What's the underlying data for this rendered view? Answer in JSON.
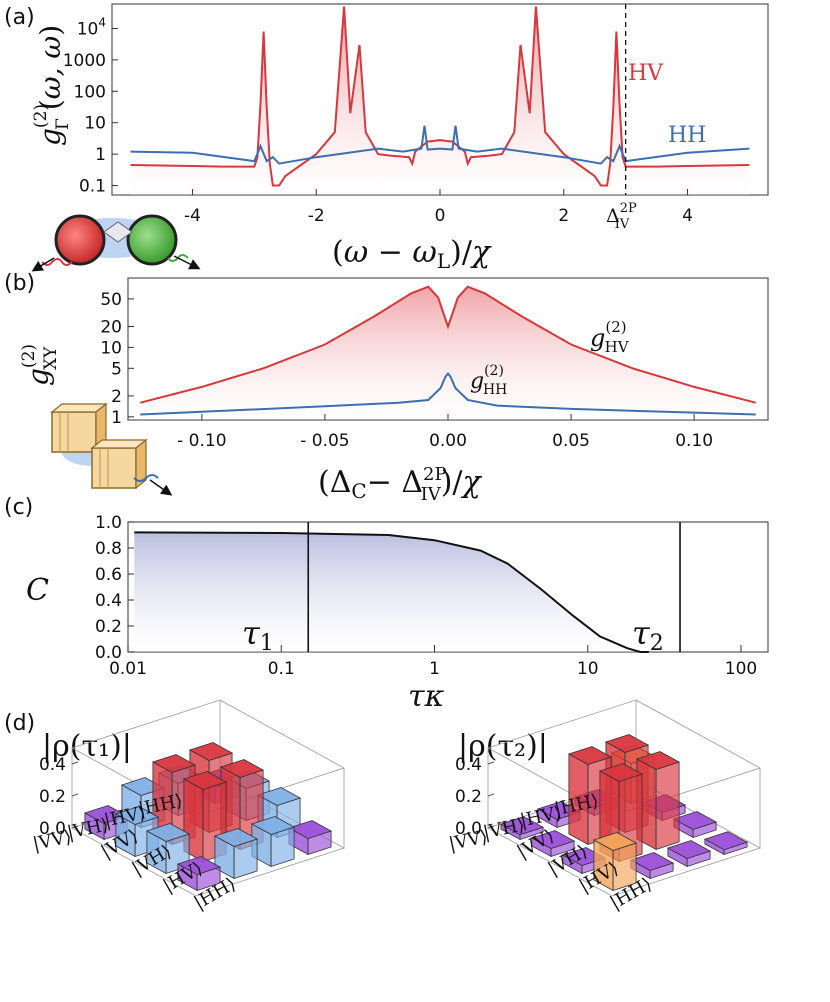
{
  "chart_data": [
    {
      "panel": "(a)",
      "type": "line",
      "ylabel": "g_Γ^(2)(ω, ω)",
      "xlabel": "(ω − ω_L)/χ",
      "yscale": "log",
      "xlim": [
        -5.3,
        5.3
      ],
      "ylim": [
        0.05,
        60000
      ],
      "xticks": [
        "-4",
        "-2",
        "0",
        "2",
        "4"
      ],
      "yticks": [
        "0.1",
        "1",
        "10",
        "100",
        "1000",
        "10^4"
      ],
      "vline_label": "Δ_IV^2P",
      "vline_x": 3.0,
      "series": [
        {
          "name": "HV",
          "color": "#d9363e",
          "x": [
            -5.0,
            -4.0,
            -3.5,
            -3.0,
            -2.95,
            -2.9,
            -2.85,
            -2.8,
            -2.75,
            -2.7,
            -2.6,
            -2.5,
            -2.0,
            -1.7,
            -1.55,
            -1.45,
            -1.3,
            -1.2,
            -1.0,
            -0.8,
            -0.5,
            -0.45,
            -0.4,
            -0.2,
            0.0,
            0.2,
            0.4,
            0.45,
            0.5,
            0.8,
            1.0,
            1.2,
            1.3,
            1.45,
            1.55,
            1.7,
            2.0,
            2.5,
            2.6,
            2.7,
            2.75,
            2.8,
            2.85,
            2.9,
            2.95,
            3.0,
            3.5,
            4.0,
            5.0
          ],
          "values": [
            0.45,
            0.42,
            0.4,
            0.4,
            0.8,
            40,
            8000,
            30,
            0.5,
            0.1,
            0.1,
            0.2,
            1,
            5,
            50000,
            20,
            3000,
            5,
            1,
            0.9,
            0.8,
            0.5,
            1.2,
            2.5,
            2.8,
            2.5,
            1.2,
            0.5,
            0.8,
            0.9,
            1,
            5,
            3000,
            20,
            50000,
            5,
            1,
            0.2,
            0.1,
            0.1,
            0.5,
            30,
            8000,
            40,
            0.8,
            0.4,
            0.4,
            0.42,
            0.45
          ]
        },
        {
          "name": "HH",
          "color": "#3d6fb0",
          "x": [
            -5.0,
            -4.0,
            -3.0,
            -2.9,
            -2.8,
            -2.7,
            -2.6,
            -2.0,
            -1.0,
            -0.6,
            -0.3,
            -0.25,
            -0.2,
            0.0,
            0.2,
            0.25,
            0.3,
            0.6,
            1.0,
            2.0,
            2.6,
            2.7,
            2.8,
            2.9,
            3.0,
            4.0,
            5.0
          ],
          "values": [
            1.2,
            1.1,
            0.6,
            1.8,
            0.6,
            0.8,
            0.5,
            0.8,
            1.5,
            1.2,
            1.5,
            8,
            1.4,
            1.5,
            1.4,
            8,
            1.5,
            1.2,
            1.5,
            0.8,
            0.5,
            0.8,
            0.6,
            1.8,
            0.6,
            1.1,
            1.5
          ]
        }
      ]
    },
    {
      "panel": "(b)",
      "type": "line",
      "ylabel": "g_XY^(2)",
      "xlabel": "(Δ_C − Δ_IV^2P)/χ",
      "yscale": "log",
      "xlim": [
        -0.13,
        0.13
      ],
      "ylim": [
        0.9,
        100
      ],
      "xticks": [
        "- 0.10",
        "- 0.05",
        "0.00",
        "0.05",
        "0.10"
      ],
      "yticks": [
        "1",
        "2",
        "5",
        "10",
        "20",
        "50"
      ],
      "series": [
        {
          "name": "g_HV^(2)",
          "color": "#d9363e",
          "x": [
            -0.125,
            -0.1,
            -0.075,
            -0.05,
            -0.03,
            -0.015,
            -0.008,
            -0.004,
            -0.002,
            0.0,
            0.002,
            0.004,
            0.008,
            0.015,
            0.03,
            0.05,
            0.075,
            0.1,
            0.125
          ],
          "values": [
            1.6,
            2.7,
            5,
            11,
            28,
            60,
            75,
            52,
            32,
            20,
            32,
            52,
            75,
            60,
            28,
            11,
            5,
            2.7,
            1.6
          ]
        },
        {
          "name": "g_HH^(2)",
          "color": "#3d6fb0",
          "x": [
            -0.125,
            -0.1,
            -0.05,
            -0.02,
            -0.008,
            -0.003,
            -0.001,
            0.0,
            0.001,
            0.003,
            0.008,
            0.02,
            0.05,
            0.1,
            0.125
          ],
          "values": [
            1.08,
            1.18,
            1.42,
            1.6,
            1.75,
            2.6,
            3.8,
            4.2,
            3.8,
            2.6,
            1.75,
            1.45,
            1.3,
            1.15,
            1.08
          ]
        }
      ]
    },
    {
      "panel": "(c)",
      "type": "line",
      "ylabel": "C",
      "xlabel": "τκ",
      "xscale": "log",
      "xlim": [
        0.01,
        150
      ],
      "ylim": [
        0,
        1.0
      ],
      "xticks": [
        "0.01",
        "0.1",
        "1",
        "10",
        "100"
      ],
      "yticks": [
        "0.0",
        "0.2",
        "0.4",
        "0.6",
        "0.8",
        "1.0"
      ],
      "markers": [
        {
          "label": "τ1",
          "x": 0.15
        },
        {
          "label": "τ2",
          "x": 40
        }
      ],
      "series": [
        {
          "name": "C",
          "color": "#111111",
          "x": [
            0.011,
            0.1,
            0.5,
            1.0,
            2.0,
            3.0,
            5.0,
            8.0,
            12.0,
            18.0,
            22.0,
            25.0
          ],
          "values": [
            0.92,
            0.915,
            0.9,
            0.86,
            0.78,
            0.68,
            0.48,
            0.28,
            0.12,
            0.03,
            0.0,
            0.0
          ]
        }
      ]
    },
    {
      "panel": "(d)",
      "type": "bar",
      "ylabel": "",
      "zticks": [
        "0.0",
        "0.2",
        "0.4"
      ],
      "basis": [
        "|HH⟩",
        "|HV⟩",
        "|VH⟩",
        "|VV⟩"
      ],
      "matrices": [
        {
          "title": "|ρ(τ1)|",
          "values": [
            [
              0.1,
              0.2,
              0.2,
              0.1
            ],
            [
              0.2,
              0.45,
              0.45,
              0.2
            ],
            [
              0.2,
              0.45,
              0.45,
              0.2
            ],
            [
              0.1,
              0.2,
              0.2,
              0.1
            ]
          ]
        },
        {
          "title": "|ρ(τ2)|",
          "values": [
            [
              0.25,
              0.05,
              0.05,
              0.0
            ],
            [
              0.05,
              0.5,
              0.5,
              0.05
            ],
            [
              0.05,
              0.5,
              0.5,
              0.05
            ],
            [
              0.0,
              0.05,
              0.05,
              0.25
            ]
          ]
        }
      ]
    }
  ],
  "labels": {
    "a": "(a)",
    "b": "(b)",
    "c": "(c)",
    "d": "(d)",
    "a_hv": "HV",
    "a_hh": "HH",
    "b_hv": "g",
    "b_hh": "g",
    "c_tau1": "τ",
    "c_tau2": "τ",
    "c_tau1_sub": "1",
    "c_tau2_sub": "2",
    "d_title1": "|ρ(τ₁)|",
    "d_title2": "|ρ(τ₂)|"
  },
  "colors": {
    "red": "#d9363e",
    "blue": "#3d6fb0",
    "purple": "#9b4fd9",
    "orange": "#f2a55a",
    "lightblue": "#7fb0e6"
  }
}
